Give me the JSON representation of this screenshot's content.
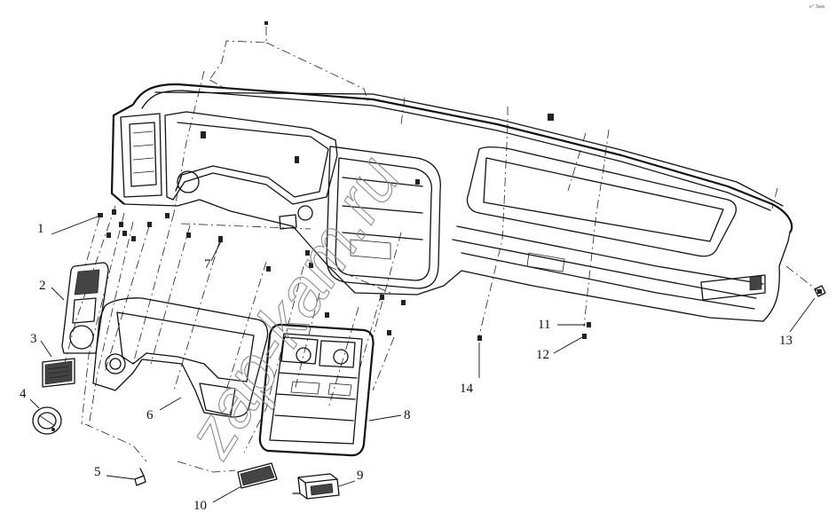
{
  "corner_mark": "s° 3wa",
  "watermark": "zap-kam.ru",
  "callouts": [
    {
      "id": "1",
      "label": "1"
    },
    {
      "id": "2",
      "label": "2"
    },
    {
      "id": "3",
      "label": "3"
    },
    {
      "id": "4",
      "label": "4"
    },
    {
      "id": "5",
      "label": "5"
    },
    {
      "id": "6",
      "label": "6"
    },
    {
      "id": "7",
      "label": "7"
    },
    {
      "id": "8",
      "label": "8"
    },
    {
      "id": "9",
      "label": "9"
    },
    {
      "id": "10",
      "label": "10"
    },
    {
      "id": "11",
      "label": "11"
    },
    {
      "id": "12",
      "label": "12"
    },
    {
      "id": "13",
      "label": "13"
    },
    {
      "id": "14",
      "label": "14"
    }
  ]
}
